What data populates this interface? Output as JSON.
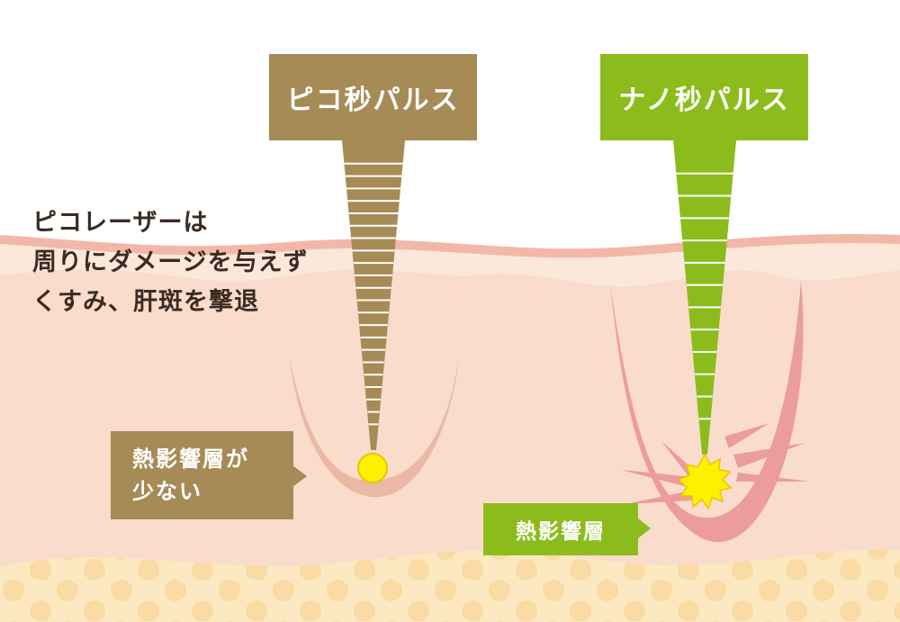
{
  "pico": {
    "title": "ピコ秒パルス",
    "heat_note": [
      "熱影響層が",
      "少ない"
    ]
  },
  "nano": {
    "title": "ナノ秒パルス",
    "heat_note": "熱影響層"
  },
  "headline": [
    "ピコレーザーは",
    "周りにダメージを与えず",
    "くすみ、肝斑を撃退"
  ],
  "colors": {
    "pico_brown": "#a68b56",
    "nano_green": "#8cbc1c",
    "skin": "#f9dccb",
    "epidermis": "#fbe8da",
    "skin_line": "#f3b7a8",
    "fat": "#fde9c1",
    "fat_dot": "#f9d9a0",
    "focus_yellow": "#fff000",
    "heat_pink": "#ec9c9c",
    "text_dark": "#3b2b22"
  }
}
